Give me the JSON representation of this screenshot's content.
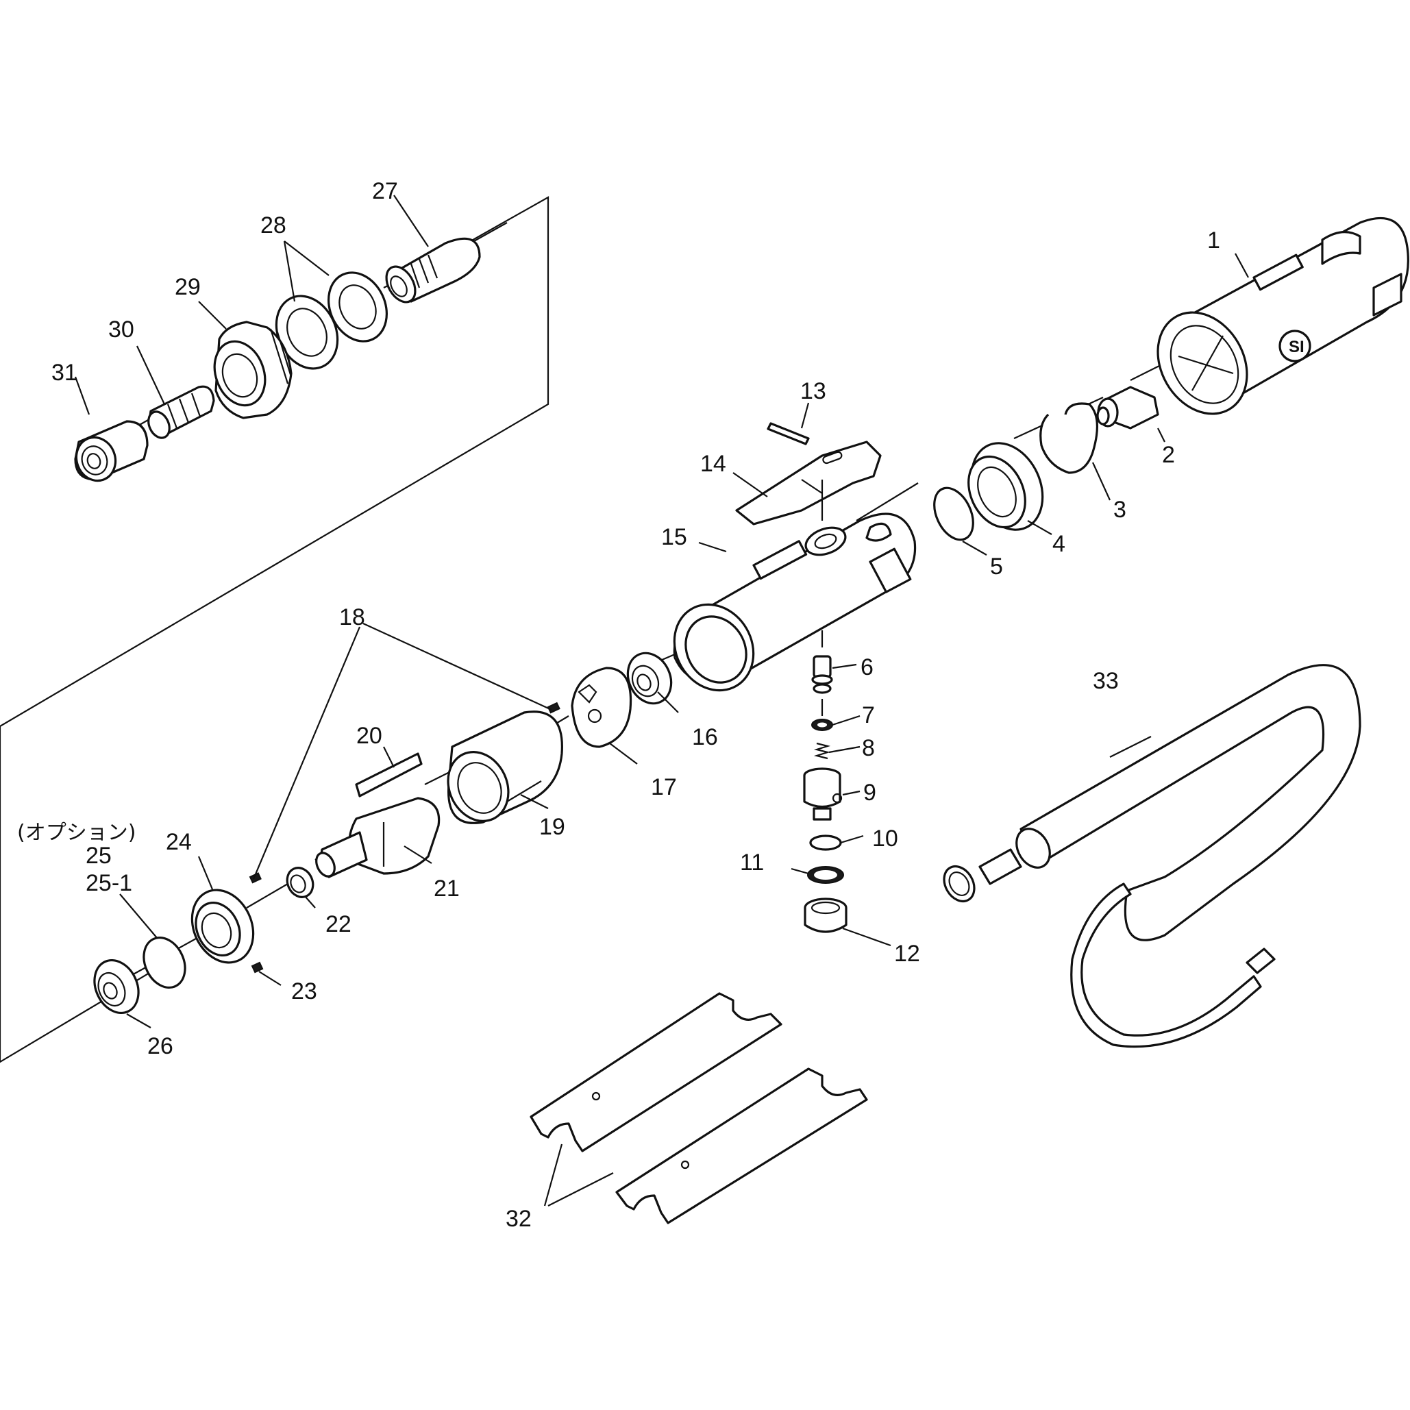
{
  "diagram": {
    "type": "exploded-parts-view",
    "option_note": "(オプション)",
    "callouts": [
      {
        "id": "c1",
        "label": "1"
      },
      {
        "id": "c2",
        "label": "2"
      },
      {
        "id": "c3",
        "label": "3"
      },
      {
        "id": "c4",
        "label": "4"
      },
      {
        "id": "c5",
        "label": "5"
      },
      {
        "id": "c6",
        "label": "6"
      },
      {
        "id": "c7",
        "label": "7"
      },
      {
        "id": "c8",
        "label": "8"
      },
      {
        "id": "c9",
        "label": "9"
      },
      {
        "id": "c10",
        "label": "10"
      },
      {
        "id": "c11",
        "label": "11"
      },
      {
        "id": "c12",
        "label": "12"
      },
      {
        "id": "c13",
        "label": "13"
      },
      {
        "id": "c14",
        "label": "14"
      },
      {
        "id": "c15",
        "label": "15"
      },
      {
        "id": "c16",
        "label": "16"
      },
      {
        "id": "c17",
        "label": "17"
      },
      {
        "id": "c18",
        "label": "18"
      },
      {
        "id": "c19",
        "label": "19"
      },
      {
        "id": "c20",
        "label": "20"
      },
      {
        "id": "c21",
        "label": "21"
      },
      {
        "id": "c22",
        "label": "22"
      },
      {
        "id": "c23",
        "label": "23"
      },
      {
        "id": "c24",
        "label": "24"
      },
      {
        "id": "c25",
        "label": "25"
      },
      {
        "id": "c25_1",
        "label": "25-1"
      },
      {
        "id": "c26",
        "label": "26"
      },
      {
        "id": "c27",
        "label": "27"
      },
      {
        "id": "c28",
        "label": "28"
      },
      {
        "id": "c29",
        "label": "29"
      },
      {
        "id": "c30",
        "label": "30"
      },
      {
        "id": "c31",
        "label": "31"
      },
      {
        "id": "c32",
        "label": "32"
      },
      {
        "id": "c33",
        "label": "33"
      }
    ]
  }
}
